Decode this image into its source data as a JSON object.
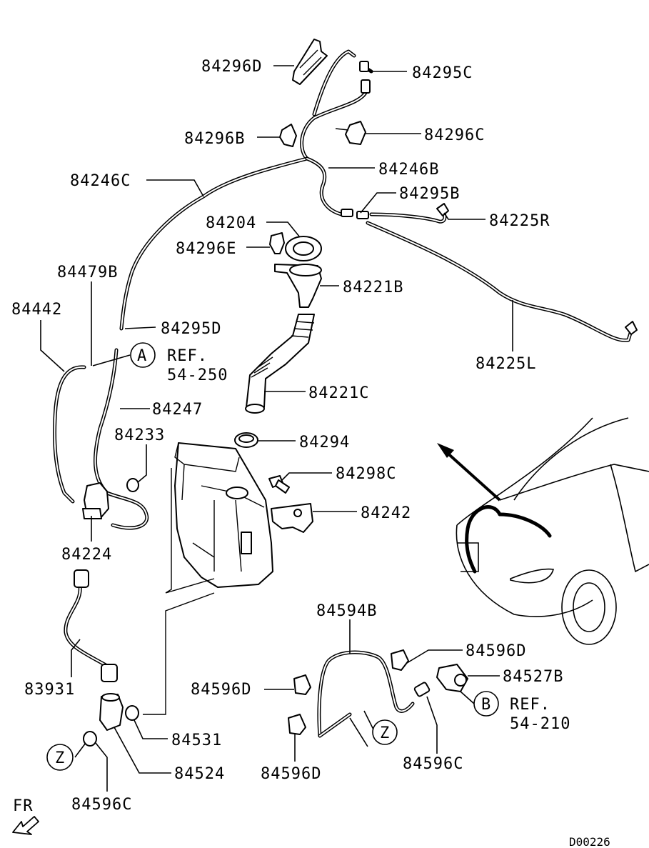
{
  "diagram_code": "D00226",
  "front_label": "FR",
  "labels": {
    "p84296D": "84296D",
    "p84295C": "84295C",
    "p84296B": "84296B",
    "p84296C": "84296C",
    "p84246C": "84246C",
    "p84246B": "84246B",
    "p84295B": "84295B",
    "p84225R": "84225R",
    "p84204": "84204",
    "p84296E": "84296E",
    "p84479B": "84479B",
    "p84221B": "84221B",
    "p84442": "84442",
    "p84295D": "84295D",
    "p84225L": "84225L",
    "p84221C": "84221C",
    "p84247": "84247",
    "p84233": "84233",
    "p84294": "84294",
    "p84298C": "84298C",
    "p84242": "84242",
    "p84224": "84224",
    "p84594B": "84594B",
    "p84596D_top": "84596D",
    "p84527B": "84527B",
    "p83931": "83931",
    "p84596D_left": "84596D",
    "p84531": "84531",
    "p84524": "84524",
    "p84596D_bottom": "84596D",
    "p84596C_right": "84596C",
    "p84596C_left": "84596C"
  },
  "callouts": {
    "A": {
      "letter": "A",
      "ref_label": "REF.",
      "ref_page": "54-250"
    },
    "B": {
      "letter": "B",
      "ref_label": "REF.",
      "ref_page": "54-210"
    },
    "Z_left": {
      "letter": "Z"
    },
    "Z_right": {
      "letter": "Z"
    }
  }
}
